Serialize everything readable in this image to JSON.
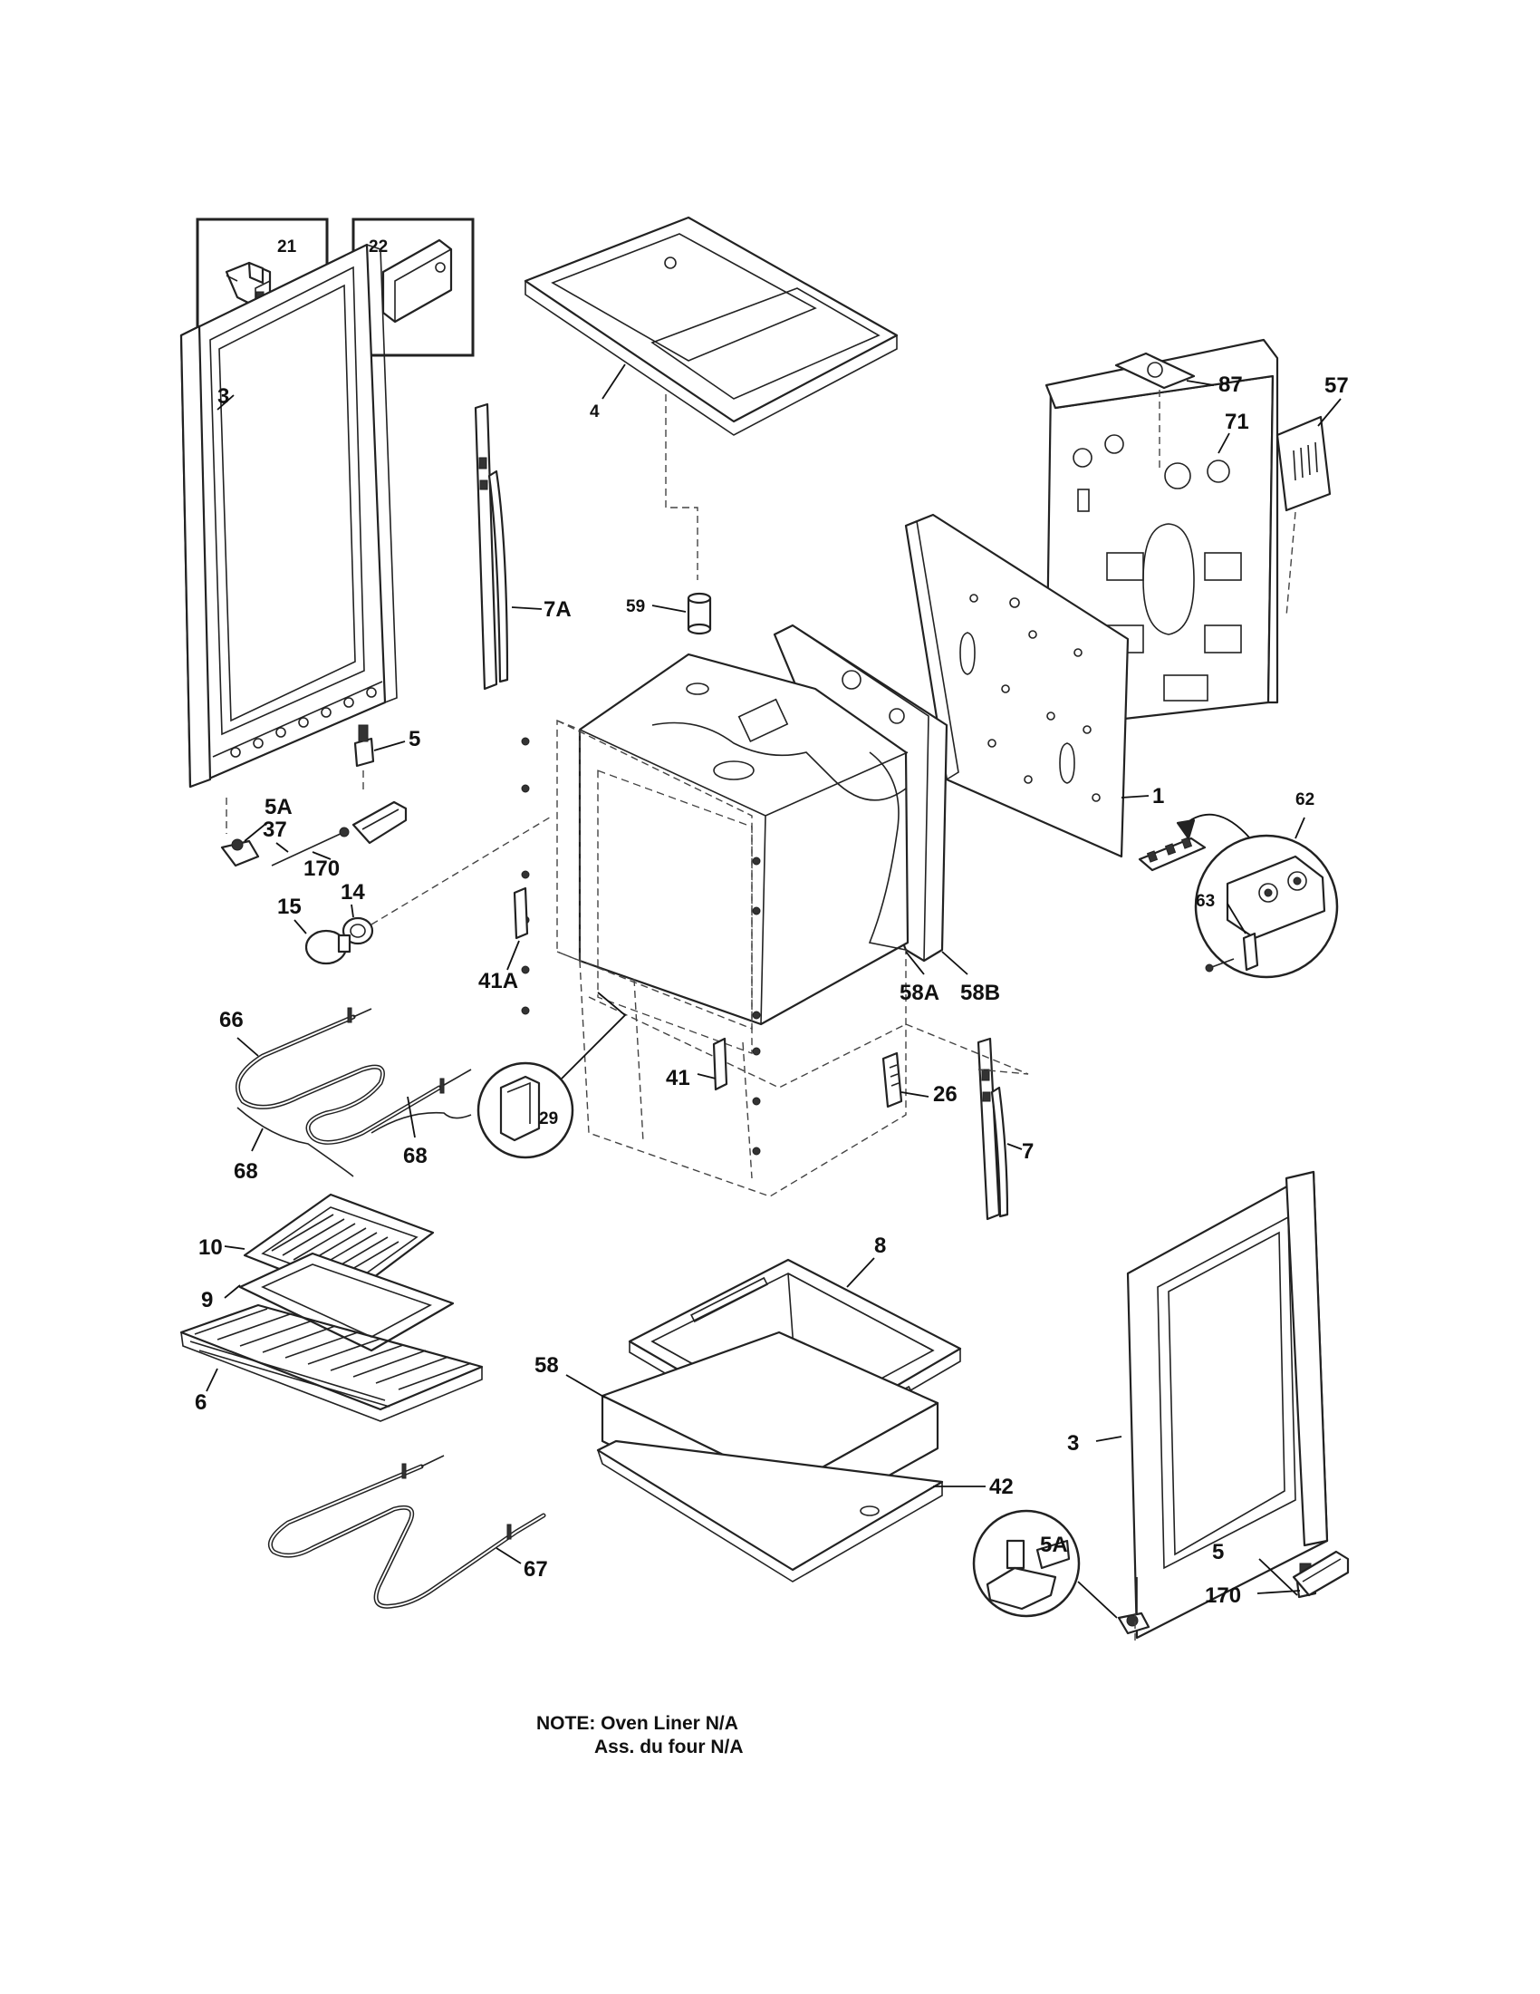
{
  "callouts": {
    "c21": "21",
    "c22": "22",
    "c3_left": "3",
    "c4": "4",
    "c87": "87",
    "c57": "57",
    "c71": "71",
    "c7A": "7A",
    "c59": "59",
    "c5_left": "5",
    "c5A_left": "5A",
    "c37": "37",
    "c170_left": "170",
    "c14": "14",
    "c15": "15",
    "c1": "1",
    "c62": "62",
    "c63": "63",
    "c41A": "41A",
    "c58A": "58A",
    "c58B": "58B",
    "c66": "66",
    "c29": "29",
    "c41": "41",
    "c26": "26",
    "c68_left": "68",
    "c68_right": "68",
    "c7": "7",
    "c10": "10",
    "c9": "9",
    "c8": "8",
    "c6": "6",
    "c58": "58",
    "c42": "42",
    "c3_right": "3",
    "c67": "67",
    "c5A_right": "5A",
    "c5_right": "5",
    "c170_right": "170"
  },
  "note": {
    "line1": "NOTE: Oven Liner N/A",
    "line2": "Ass. du four N/A"
  }
}
